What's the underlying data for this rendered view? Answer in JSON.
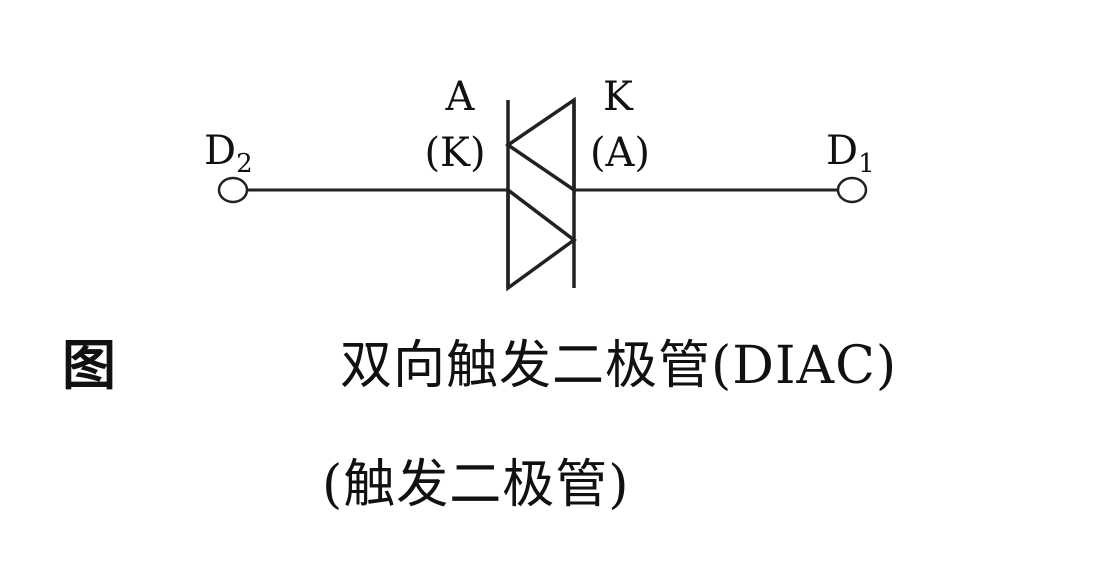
{
  "diagram": {
    "terminal_left": {
      "name": "D",
      "subscript": "2"
    },
    "terminal_right": {
      "name": "D",
      "subscript": "1"
    },
    "left_electrode": {
      "primary": "A",
      "alternate": "(K)"
    },
    "right_electrode": {
      "primary": "K",
      "alternate": "(A)"
    }
  },
  "caption": {
    "figure_label": "图",
    "title": "双向触发二极管(DIAC)",
    "subtitle": "(触发二极管)"
  }
}
